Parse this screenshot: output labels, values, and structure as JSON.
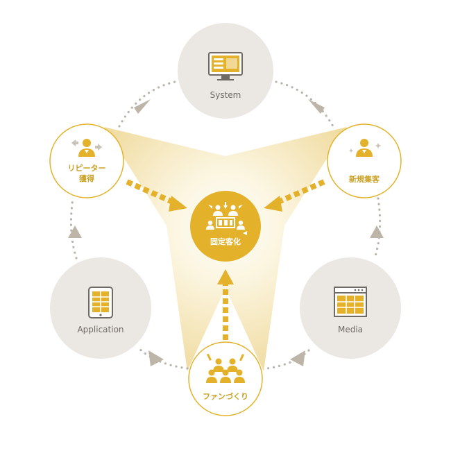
{
  "colors": {
    "gold": "#e3b12a",
    "gold_dark": "#c9a227",
    "gold_light": "#f6ecc4",
    "grey_node": "#ebe7e3",
    "grey_text": "#6f6a64",
    "grey_arrow": "#bdb5a8",
    "dot": "#b8b3ad"
  },
  "center": {
    "label": "固定客化",
    "icon": "store-people-icon"
  },
  "nodes": {
    "system": {
      "label": "System",
      "icon": "monitor-icon"
    },
    "application": {
      "label": "Application",
      "icon": "tablet-icon"
    },
    "media": {
      "label": "Media",
      "icon": "browser-window-icon"
    },
    "repeater": {
      "label_line1": "リピーター",
      "label_line2": "獲得",
      "icon": "user-exchange-icon"
    },
    "new_customer": {
      "label": "新規集客",
      "icon": "user-sparkle-icon"
    },
    "fan": {
      "label": "ファンづくり",
      "icon": "cheering-crowd-icon"
    }
  }
}
